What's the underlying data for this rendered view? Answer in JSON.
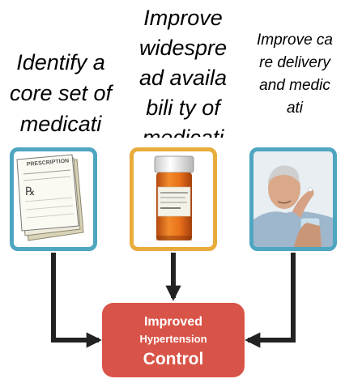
{
  "captions": {
    "left": "Identify a core set of medicati",
    "middle": "Improve widespre ad availabili ty of medicati",
    "right": "Improve care delivery and medicati"
  },
  "result": {
    "line1": "Improved",
    "line2": "Hypertension",
    "line3": "Control"
  },
  "prescription_pad": {
    "header": "PRESCRIPTION",
    "symbol": "℞"
  },
  "colors": {
    "left_frame": "#4fa6c1",
    "middle_frame": "#e8ac3c",
    "right_frame": "#4fa6c1",
    "result_box": "#d95448",
    "arrow": "#222222"
  }
}
